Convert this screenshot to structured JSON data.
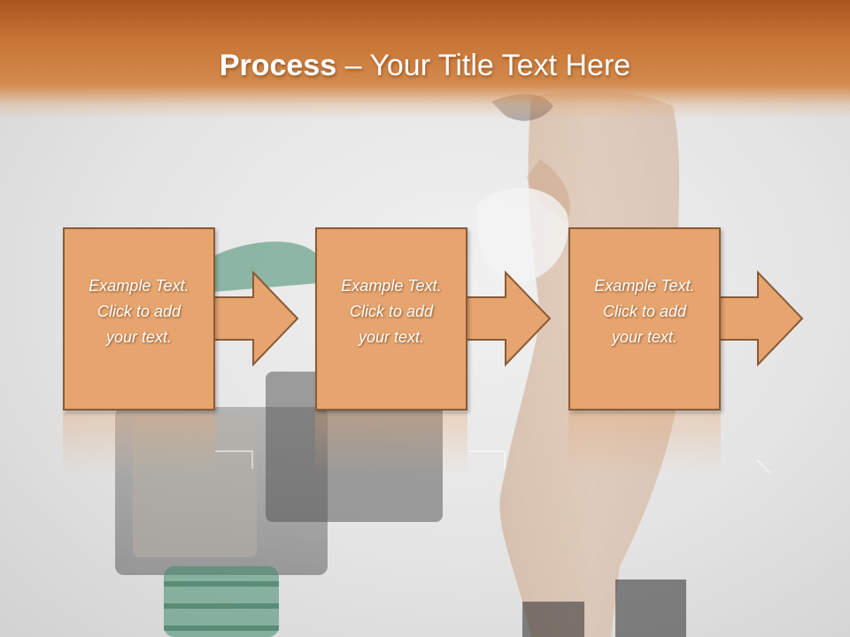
{
  "slide": {
    "title_bold": "Process",
    "title_rest": " – Your Title Text Here",
    "colors": {
      "header": "#c87637",
      "box_fill": "#e6a46e",
      "box_border": "#8a5a36",
      "text": "#ffffff"
    }
  },
  "steps": [
    {
      "text": "Example Text.\nClick  to add\nyour text."
    },
    {
      "text": "Example Text.\nClick  to add\nyour text."
    },
    {
      "text": "Example Text.\nClick  to add\nyour text."
    }
  ]
}
